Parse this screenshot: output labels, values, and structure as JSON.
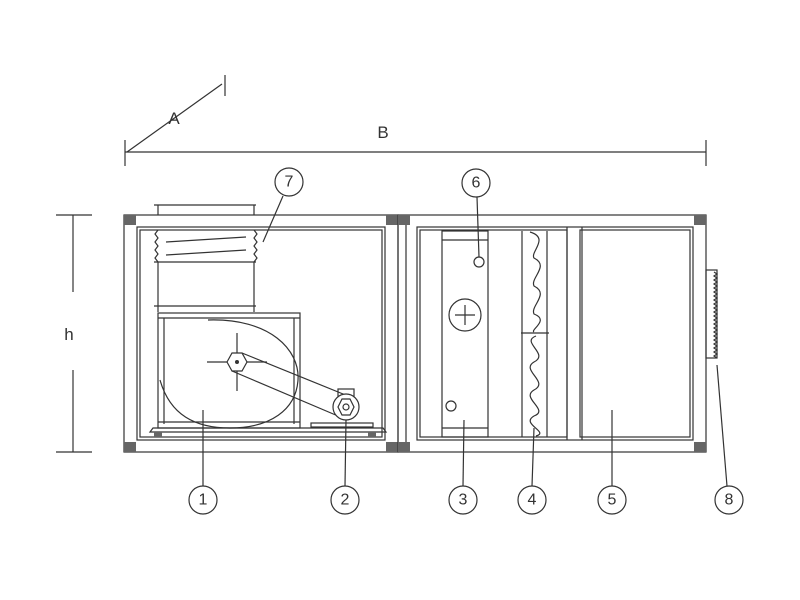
{
  "dimensions": {
    "depth": "A",
    "length": "B",
    "height": "h"
  },
  "callouts": [
    {
      "id": "1",
      "part": "fan"
    },
    {
      "id": "2",
      "part": "motor"
    },
    {
      "id": "3",
      "part": "coil"
    },
    {
      "id": "4",
      "part": "eliminator"
    },
    {
      "id": "5",
      "part": "empty-section"
    },
    {
      "id": "6",
      "part": "drain"
    },
    {
      "id": "7",
      "part": "flexible-connector"
    },
    {
      "id": "8",
      "part": "filter"
    }
  ],
  "colors": {
    "line": "#333333",
    "background": "#ffffff"
  }
}
